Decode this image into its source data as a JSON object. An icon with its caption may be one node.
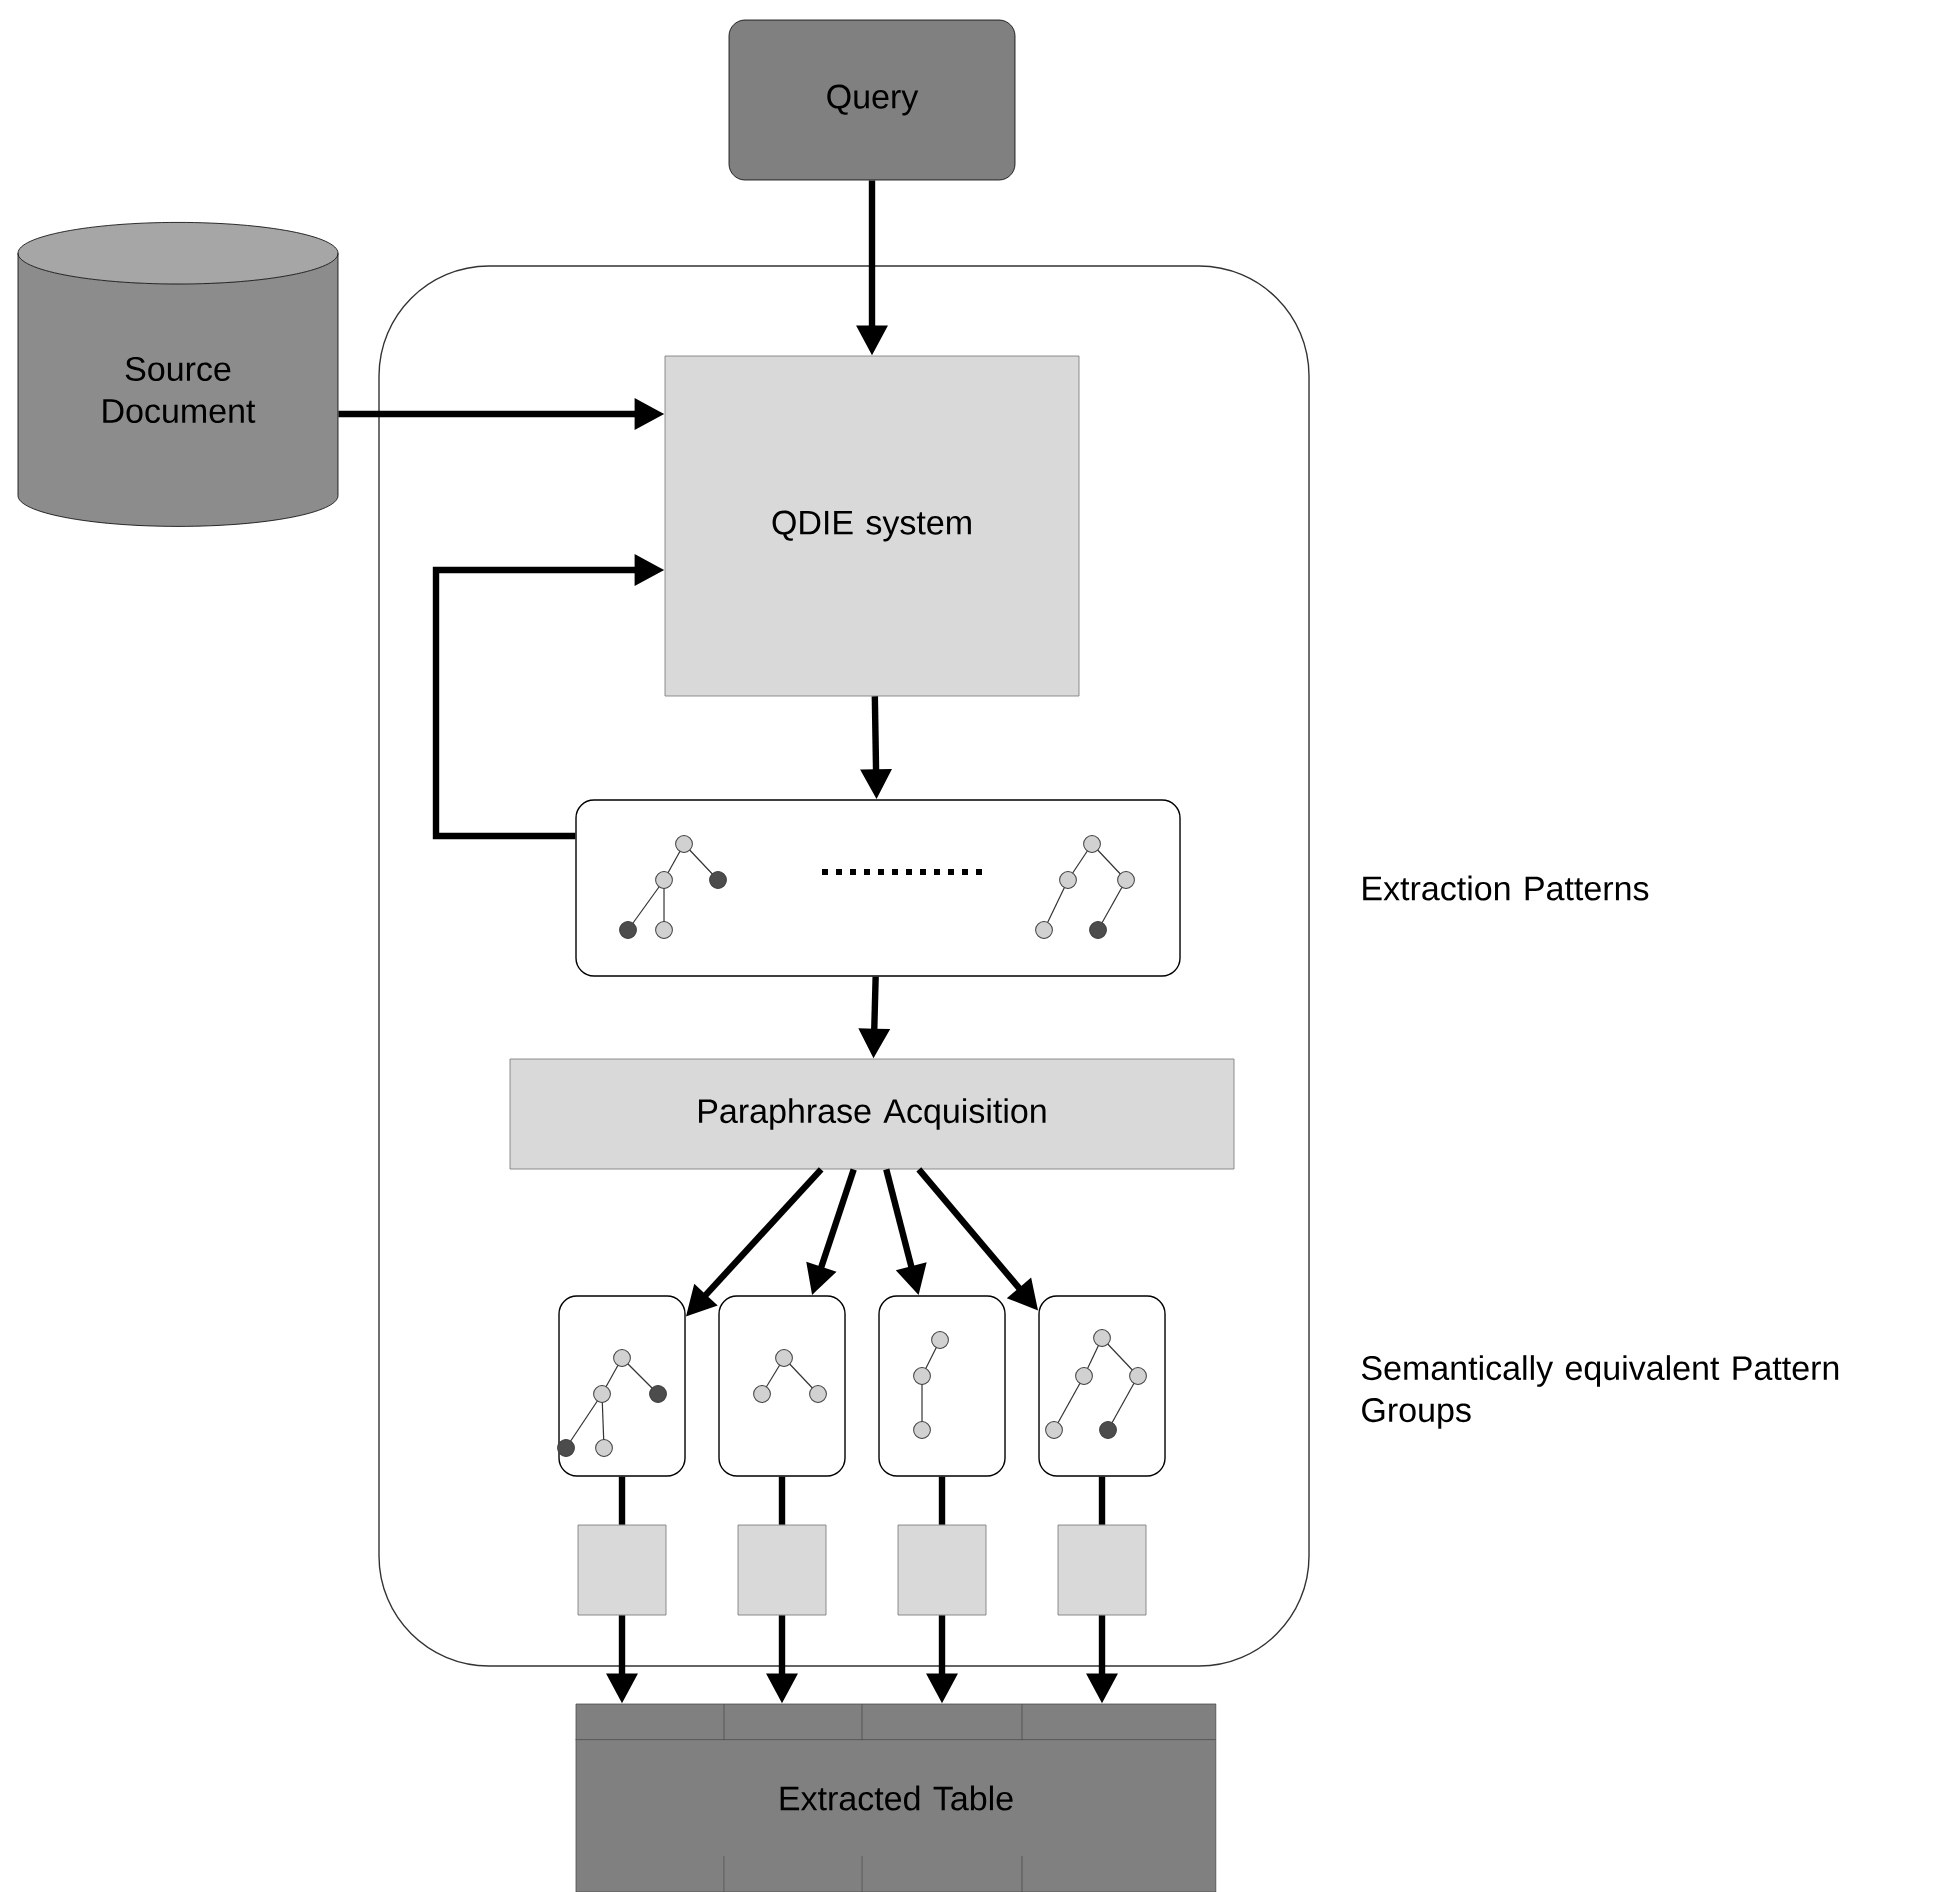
{
  "diagram": {
    "nodes": [
      {
        "text": [
          "Query"
        ]
      },
      {
        "text": [
          "Source Document"
        ]
      },
      {
        "text": [],
        "shape": "box"
      },
      {
        "text": [
          "QDIE system"
        ],
        "in": 2
      },
      {
        "text": [],
        "shape": "box",
        "in": 2
      },
      {
        "text": [
          "Paraphrase Acquisition"
        ],
        "in": 2
      },
      {
        "text": [],
        "shape": "box",
        "in": 2
      },
      {
        "text": [],
        "shape": "box",
        "in": 2
      },
      {
        "text": [],
        "shape": "box",
        "in": 2
      },
      {
        "text": [],
        "shape": "box",
        "in": 2
      },
      {
        "text": [],
        "shape": "box",
        "in": 2
      },
      {
        "text": [],
        "shape": "box",
        "in": 2
      },
      {
        "text": [],
        "shape": "box",
        "in": 2
      },
      {
        "text": [],
        "shape": "box",
        "in": 2
      },
      {
        "text": [
          "Extracted Table"
        ]
      }
    ],
    "edges": [
      {
        "from": 0,
        "to": 3,
        "arrow": "to"
      },
      {
        "from": 1,
        "to": 3,
        "arrow": "to"
      },
      {
        "from": 4,
        "to": 3,
        "arrow": "to"
      },
      {
        "from": 3,
        "to": 4,
        "arrow": "to"
      },
      {
        "from": 4,
        "to": 5,
        "arrow": "to"
      },
      {
        "from": 5,
        "to": 6,
        "arrow": "to"
      },
      {
        "from": 5,
        "to": 7,
        "arrow": "to"
      },
      {
        "from": 5,
        "to": 8,
        "arrow": "to"
      },
      {
        "from": 5,
        "to": 9,
        "arrow": "to"
      },
      {
        "from": 6,
        "to": 10,
        "arrow": "none"
      },
      {
        "from": 7,
        "to": 11,
        "arrow": "none"
      },
      {
        "from": 8,
        "to": 12,
        "arrow": "none"
      },
      {
        "from": 9,
        "to": 13,
        "arrow": "none"
      },
      {
        "from": 10,
        "to": 14,
        "arrow": "to"
      },
      {
        "from": 11,
        "to": 14,
        "arrow": "to"
      },
      {
        "from": 12,
        "to": 14,
        "arrow": "to"
      },
      {
        "from": 13,
        "to": 14,
        "arrow": "to"
      }
    ],
    "labels": [
      "Extraction Patterns",
      "Semantically equivalent Pattern Groups"
    ]
  }
}
